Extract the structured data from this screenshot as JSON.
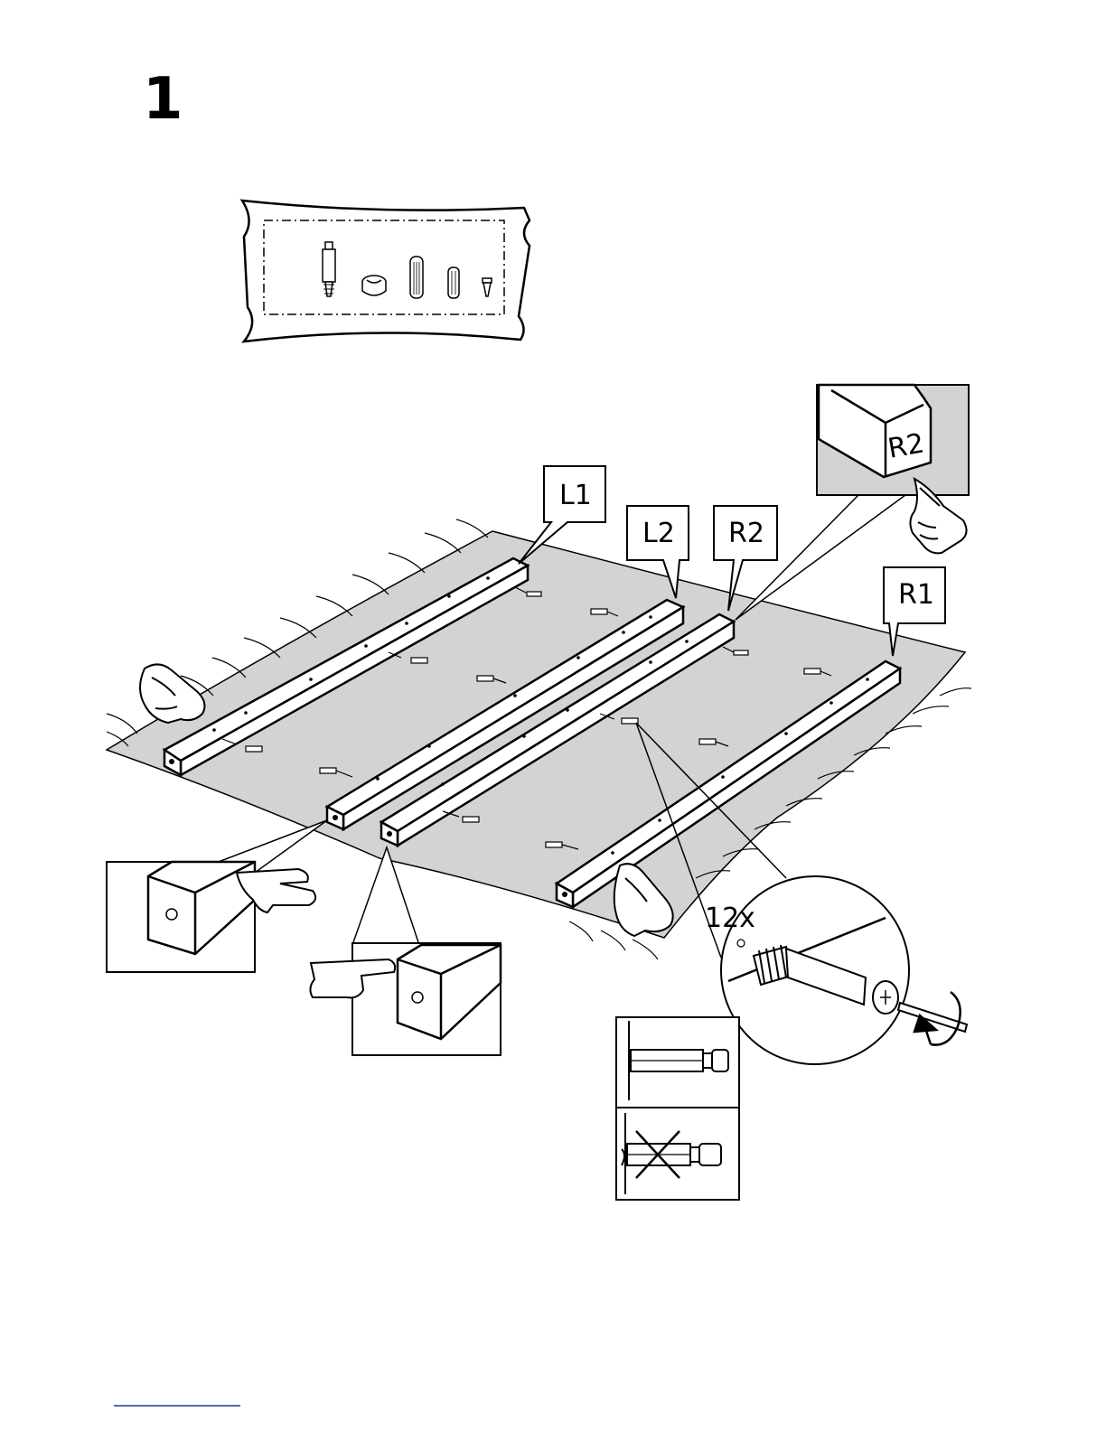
{
  "step": {
    "number": "1"
  },
  "labels": {
    "l1": "L1",
    "l2": "L2",
    "r2": "R2",
    "r1": "R1",
    "r2_detail": "R2"
  },
  "quantity": "12x",
  "colors": {
    "ink": "#000000",
    "floor": "#d3d3d3",
    "paper": "#ffffff"
  },
  "icons": {
    "hardware_bag": [
      "cam-bolt-icon",
      "cam-lock-nut-icon",
      "wood-dowel-icon",
      "small-dowel-icon",
      "screw-icon"
    ],
    "hands": "pointing-hand-icon",
    "rotate": "rotate-clockwise-icon",
    "screwdriver": "screwdriver-icon"
  }
}
